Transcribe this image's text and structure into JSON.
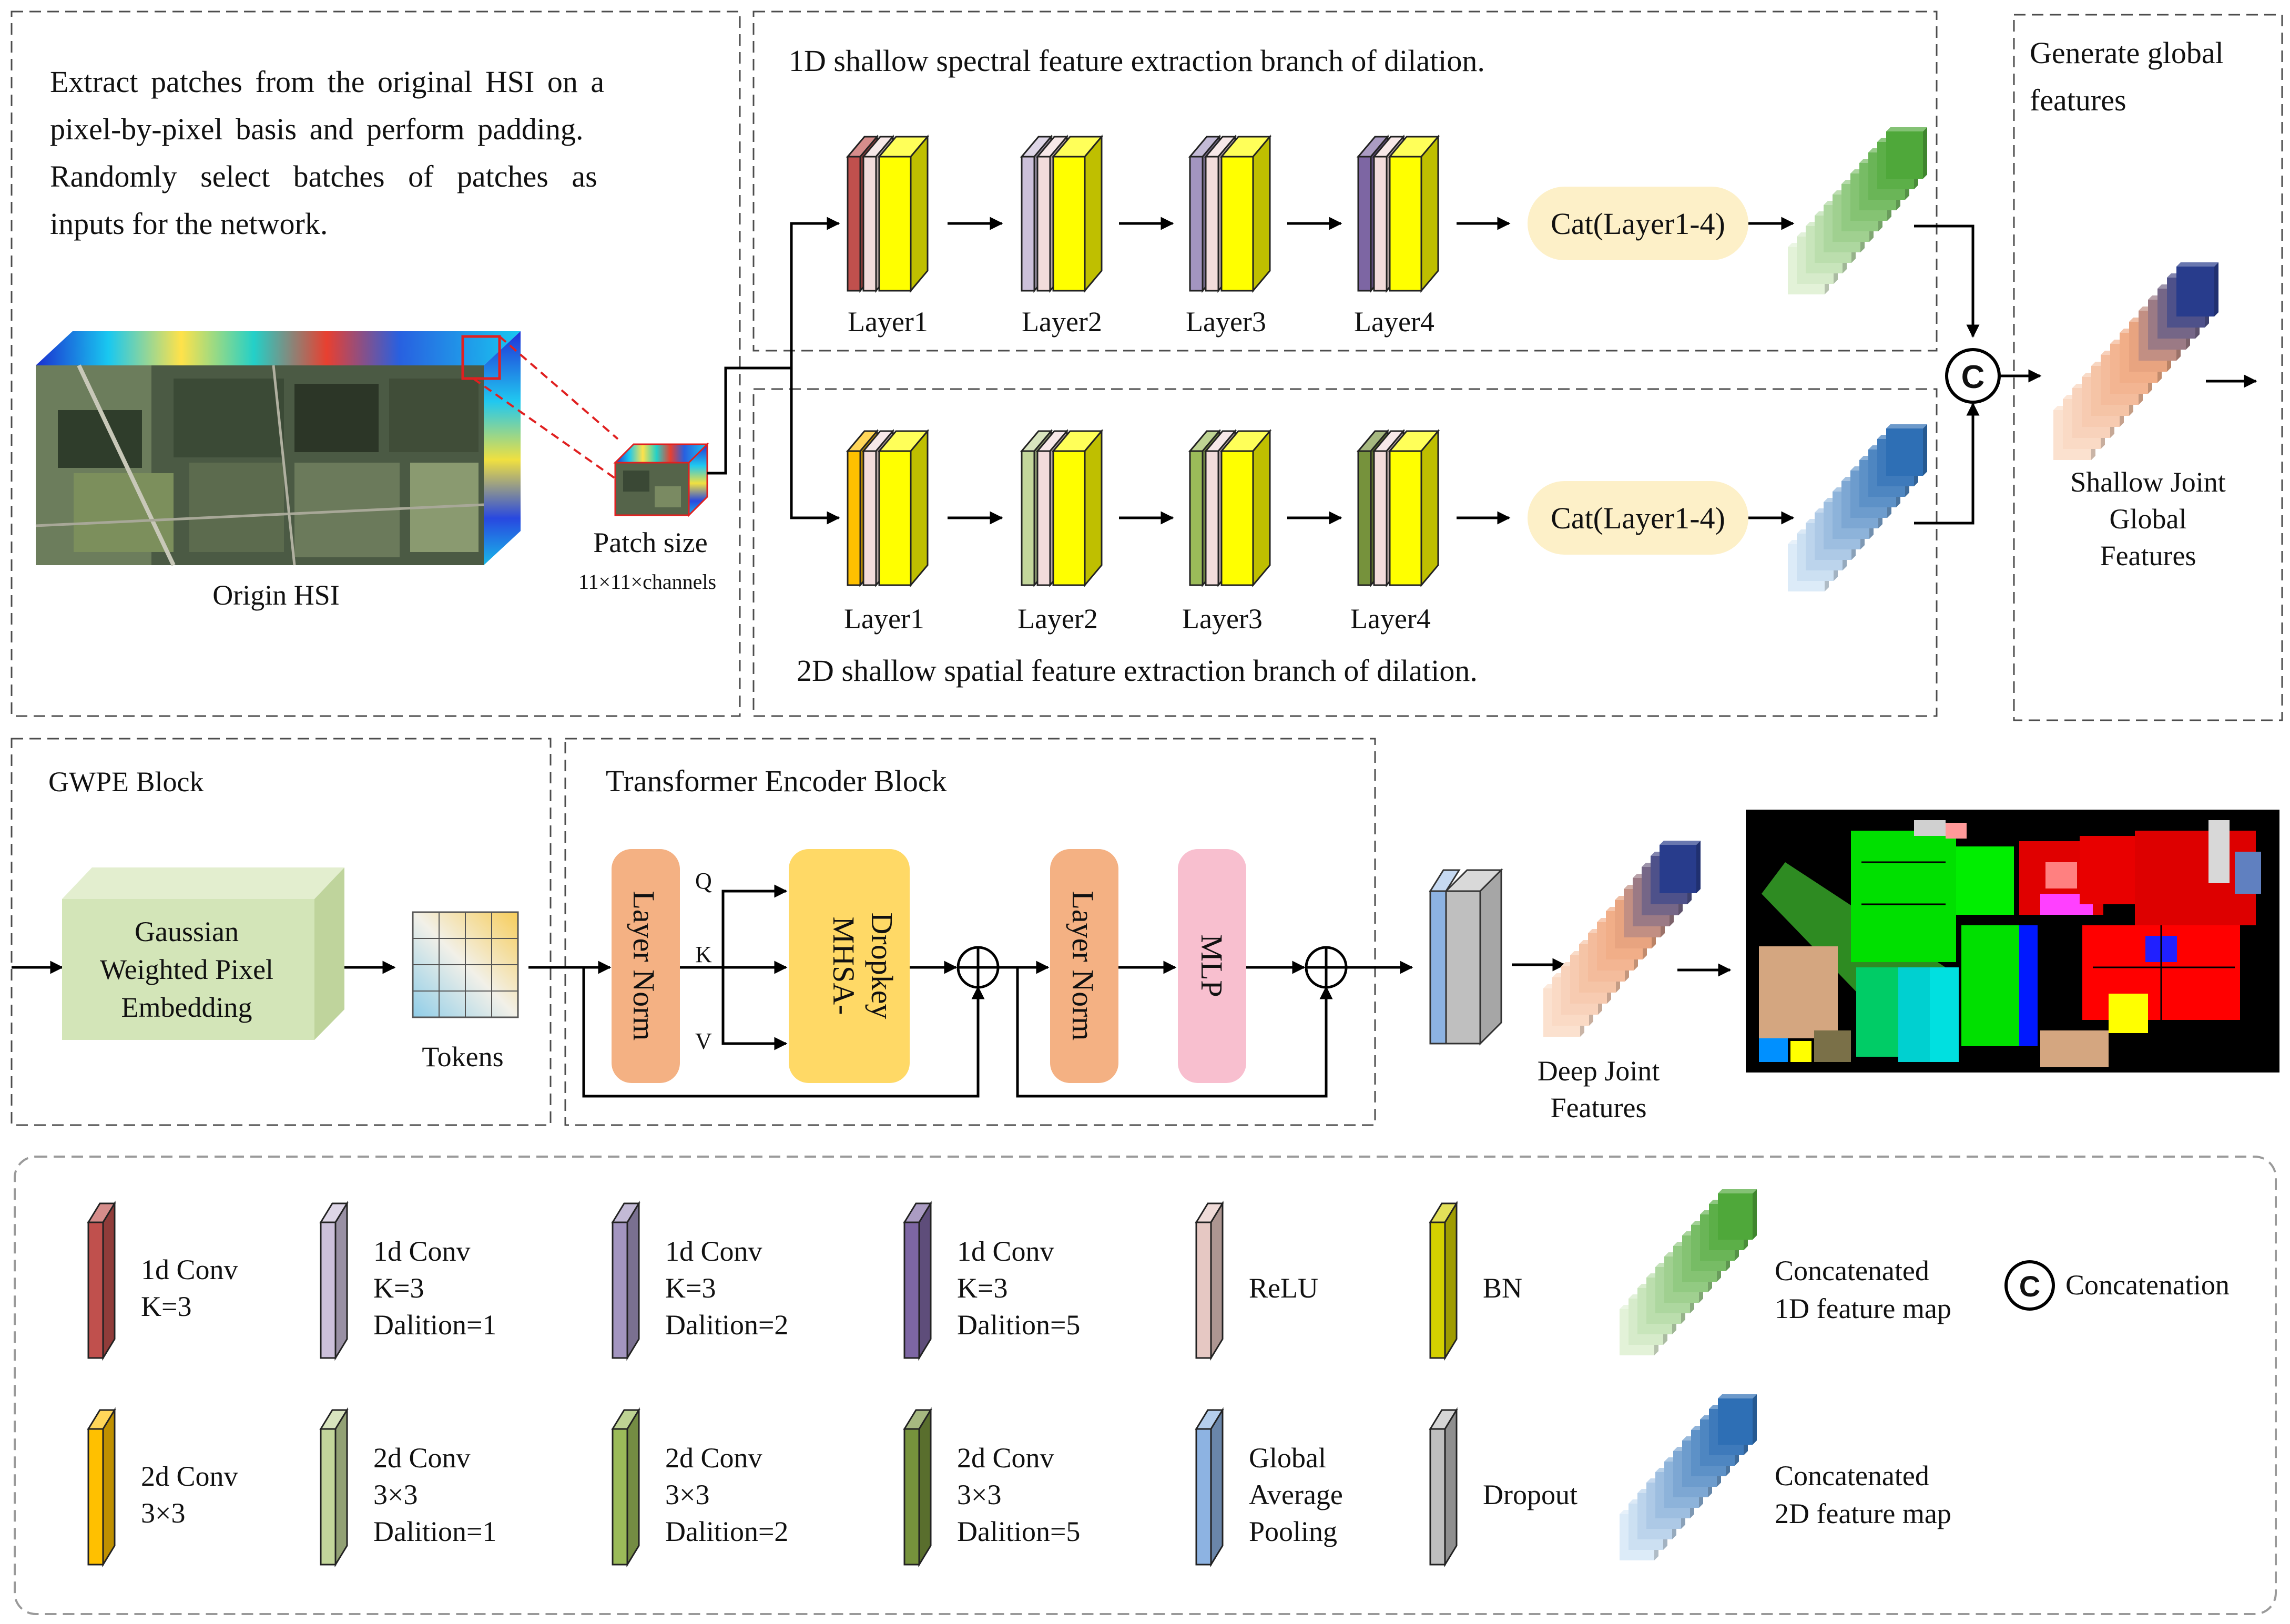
{
  "panels": {
    "patch_intro": "Extract patches from the original HSI on a pixel-by-pixel basis and perform padding. Randomly select batches of patches as inputs for the network.",
    "origin_label": "Origin HSI",
    "patch_label": "Patch size",
    "patch_dims": "11×11×channels",
    "branch_1d_title": "1D shallow spectral feature extraction branch of dilation.",
    "branch_2d_title": "2D shallow spatial feature extraction branch of dilation.",
    "global_title": "Generate global features",
    "shallow_joint": [
      "Shallow Joint",
      "Global",
      "Features"
    ],
    "gwpe_title": "GWPE Block",
    "transformer_title": "Transformer Encoder Block",
    "deep_joint": [
      "Deep Joint",
      "Features"
    ]
  },
  "layers": [
    "Layer1",
    "Layer2",
    "Layer3",
    "Layer4"
  ],
  "cat_label": "Cat(Layer1-4)",
  "gwpe": {
    "box": [
      "Gaussian",
      "Weighted Pixel",
      "Embedding"
    ],
    "tokens": "Tokens"
  },
  "encoder": {
    "layer_norm": "Layer Norm",
    "mhsa": [
      "MHSA-",
      "Dropkey"
    ],
    "mlp": "MLP",
    "q": "Q",
    "k": "K",
    "v": "V"
  },
  "concat_symbol": "C",
  "legend": {
    "items": [
      {
        "color": "#c0504d",
        "lines": [
          "1d Conv",
          "K=3"
        ]
      },
      {
        "color": "#ccc0da",
        "lines": [
          "1d Conv",
          "K=3",
          "Dalition=1"
        ]
      },
      {
        "color": "#a395c0",
        "lines": [
          "1d Conv",
          "K=3",
          "Dalition=2"
        ]
      },
      {
        "color": "#7d66a3",
        "lines": [
          "1d Conv",
          "K=3",
          "Dalition=5"
        ]
      },
      {
        "color": "#e6c8c3",
        "lines": [
          "ReLU"
        ]
      },
      {
        "color": "#d4d000",
        "lines": [
          "BN"
        ]
      },
      {
        "color": "#ffc000",
        "lines": [
          "2d Conv",
          "3×3"
        ]
      },
      {
        "color": "#c3d69b",
        "lines": [
          "2d Conv",
          "3×3",
          "Dalition=1"
        ]
      },
      {
        "color": "#9bbb59",
        "lines": [
          "2d Conv",
          "3×3",
          "Dalition=2"
        ]
      },
      {
        "color": "#76923c",
        "lines": [
          "2d Conv",
          "3×3",
          "Dalition=5"
        ]
      },
      {
        "color": "#8db3e2",
        "lines": [
          "Global",
          "Average",
          "Pooling"
        ]
      },
      {
        "color": "#bfbfbf",
        "lines": [
          "Dropout"
        ]
      }
    ],
    "concat_1d": [
      "Concatenated",
      "1D feature map"
    ],
    "concat_2d": [
      "Concatenated",
      "2D feature map"
    ],
    "concatenation": "Concatenation"
  },
  "colors": {
    "conv1d": "#c0504d",
    "conv1d_d1": "#ccc0da",
    "conv1d_d2": "#a395c0",
    "conv1d_d5": "#7d66a3",
    "conv2d": "#ffc000",
    "conv2d_d1": "#c3d69b",
    "conv2d_d2": "#9bbb59",
    "conv2d_d5": "#76923c",
    "relu": "#f2dcdb",
    "bn": "#ffff00",
    "gap": "#8db3e2",
    "dropout": "#bfbfbf",
    "cat_box": "#fdf0c8",
    "layer_norm": "#f4b183",
    "mhsa": "#ffd966",
    "mlp": "#f8bfcf",
    "gwpe_box": "#d3e5b8"
  }
}
